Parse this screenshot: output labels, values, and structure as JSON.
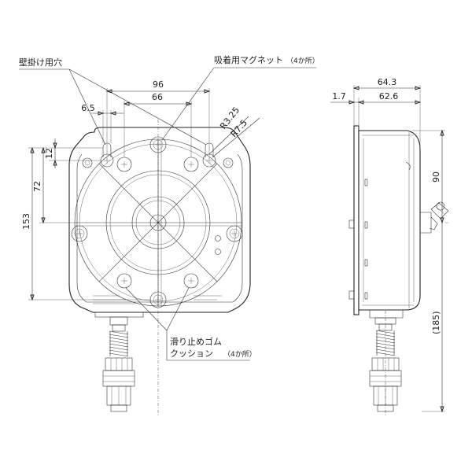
{
  "labels": {
    "wall_hook_hole": "壁掛け用穴",
    "magnet": "吸着用マグネット",
    "magnet_count": "（4か所）",
    "cushion_line1": "滑り止めゴム",
    "cushion_line2": "クッション",
    "cushion_count": "（4か所）"
  },
  "dimensions": {
    "d96": "96",
    "d66": "66",
    "d6_5": "6.5",
    "r3_25": "R3.25",
    "r7_5": "R7.5",
    "d12": "12",
    "d72": "72",
    "d153": "153",
    "d64_3": "64.3",
    "d1_7": "1.7",
    "d62_6": "62.6",
    "d90": "90",
    "d185": "(185)"
  }
}
